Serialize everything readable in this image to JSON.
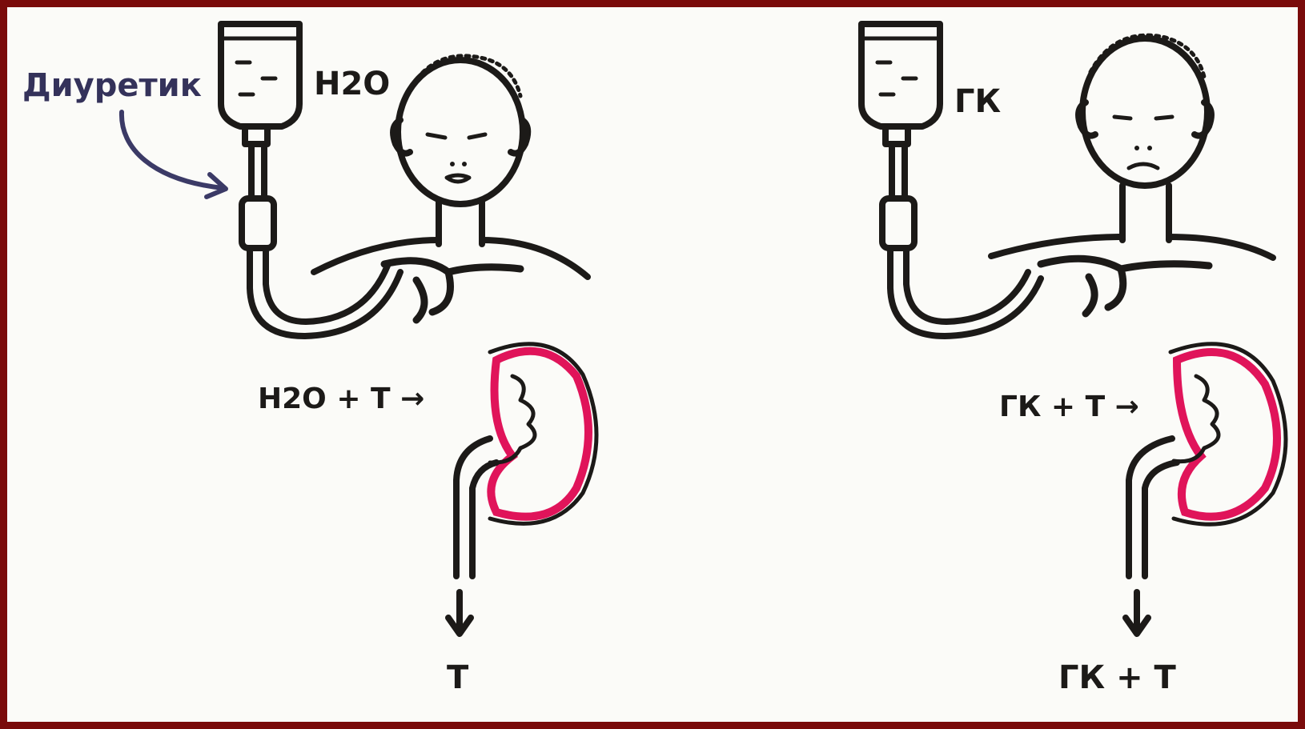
{
  "left_panel": {
    "drug_label": "Диуретик",
    "bottle_label": "H2O",
    "kidney_input": "H2O + T →",
    "kidney_output": "T"
  },
  "right_panel": {
    "bottle_label": "ГК",
    "kidney_input": "ГК + T →",
    "kidney_output": "ГК + T"
  },
  "colors": {
    "frame": "#7a0b0b",
    "ink": "#1c1a18",
    "kidney_cortex": "#e0145a",
    "arrow_blue": "#3b3a66"
  }
}
